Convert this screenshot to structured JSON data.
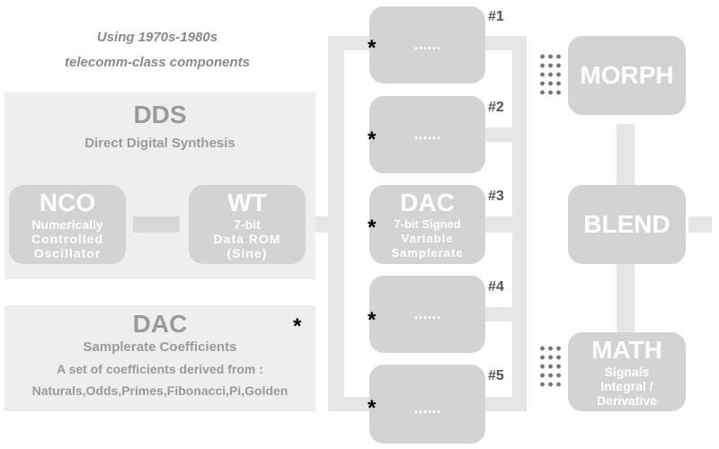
{
  "caption": {
    "line1": "Using 1970s-1980s",
    "line2": "telecomm-class components"
  },
  "dds": {
    "title": "DDS",
    "subtitle": "Direct Digital Synthesis",
    "nco": {
      "title": "NCO",
      "line1": "Numerically",
      "line2": "Controlled",
      "line3": "Oscillator"
    },
    "wt": {
      "title": "WT",
      "line1": "7-bit",
      "line2": "Data ROM",
      "line3": "(Sine)"
    }
  },
  "dac_coeff": {
    "title": "DAC",
    "subtitle": "Samplerate Coefficients",
    "line1": "A set of coefficients derived from :",
    "line2": "Naturals,Odds,Primes,Fibonacci,Pi,Golden",
    "star": "*"
  },
  "channels": [
    {
      "number": "#1",
      "label": "......",
      "star": "*"
    },
    {
      "number": "#2",
      "label": "......",
      "star": "*"
    },
    {
      "number": "#3",
      "title": "DAC",
      "line1": "7-bit Signed",
      "line2": "Variable",
      "line3": "Samplerate",
      "star": "*"
    },
    {
      "number": "#4",
      "label": "......",
      "star": "*"
    },
    {
      "number": "#5",
      "label": "......",
      "star": "*"
    }
  ],
  "morph": {
    "title": "MORPH"
  },
  "blend": {
    "title": "BLEND"
  },
  "math": {
    "title": "MATH",
    "line1": "Signals",
    "line2": "Integral /",
    "line3": "Derivative"
  },
  "colors": {
    "panel": "#eeeeee",
    "box": "#d3d3d3",
    "connector": "#e6e6e6",
    "caption": "#8a8a8a",
    "dots": "#777777"
  }
}
